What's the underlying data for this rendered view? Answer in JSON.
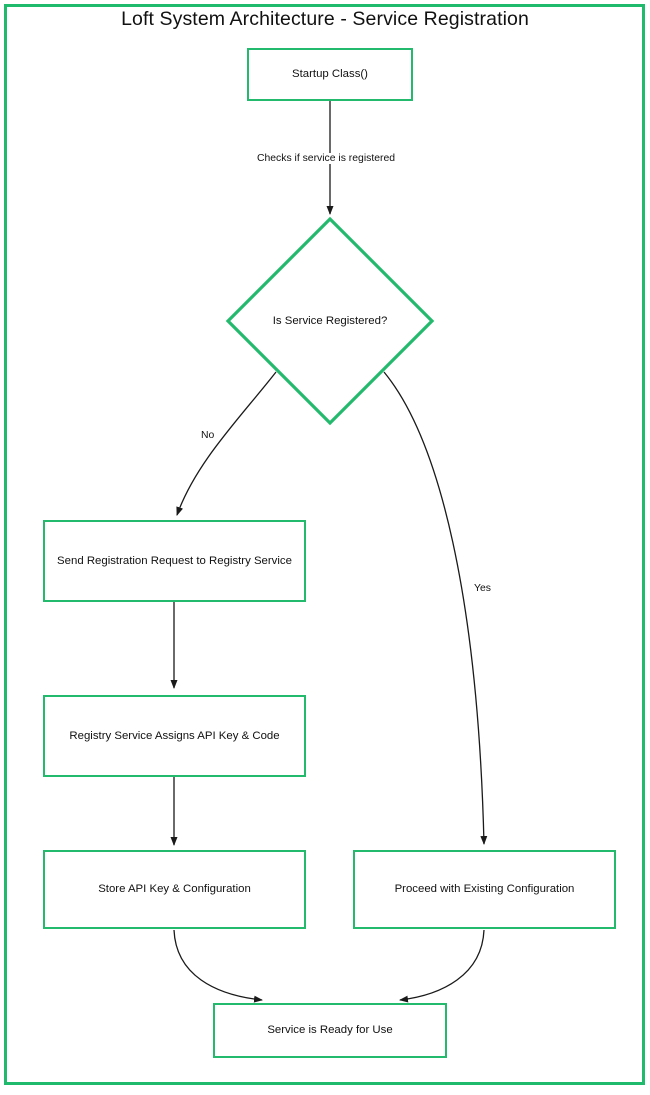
{
  "title": "Loft System Architecture - Service Registration",
  "colors": {
    "node_border": "#23ba6d",
    "frame_border": "#1fba6b",
    "edge_stroke": "#1a1a1a",
    "text": "#111111",
    "background": "#ffffff"
  },
  "nodes": {
    "startup": {
      "label": "Startup Class()",
      "shape": "rectangle"
    },
    "decision": {
      "label": "Is Service Registered?",
      "shape": "diamond"
    },
    "send_registration": {
      "label": "Send Registration Request to Registry Service",
      "shape": "rectangle"
    },
    "assign_key": {
      "label": "Registry Service Assigns API Key & Code",
      "shape": "rectangle"
    },
    "store_key": {
      "label": "Store API Key & Configuration",
      "shape": "rectangle"
    },
    "proceed_existing": {
      "label": "Proceed with Existing Configuration",
      "shape": "rectangle"
    },
    "ready": {
      "label": "Service is Ready for Use",
      "shape": "rectangle"
    }
  },
  "edges": {
    "startup_to_decision": {
      "label": "Checks if service is registered"
    },
    "decision_no": {
      "label": "No"
    },
    "decision_yes": {
      "label": "Yes"
    },
    "send_to_assign": {
      "label": ""
    },
    "assign_to_store": {
      "label": ""
    },
    "store_to_ready": {
      "label": ""
    },
    "proceed_to_ready": {
      "label": ""
    }
  }
}
